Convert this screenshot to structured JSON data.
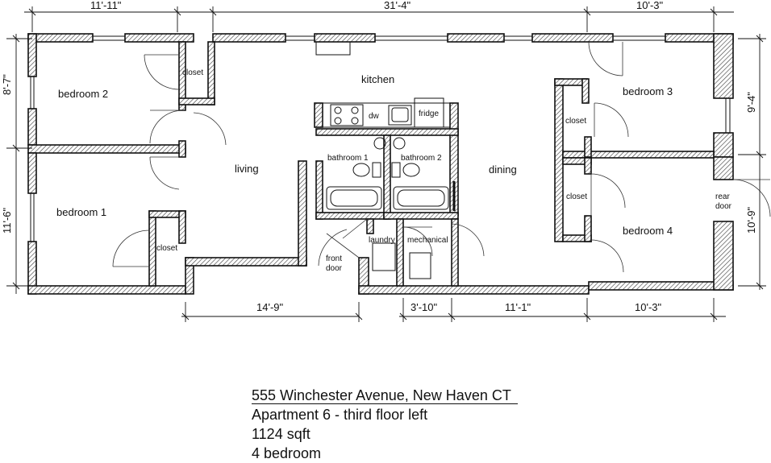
{
  "rooms": {
    "bedroom2": "bedroom 2",
    "bedroom1": "bedroom 1",
    "bedroom3": "bedroom 3",
    "bedroom4": "bedroom 4",
    "living": "living",
    "kitchen": "kitchen",
    "dining": "dining",
    "bathroom1": "bathroom 1",
    "bathroom2": "bathroom 2",
    "laundry": "laundry",
    "mechanical": "mechanical",
    "closet": "closet",
    "dw": "dw",
    "fridge": "fridge",
    "front_door_1": "front",
    "front_door_2": "door",
    "rear_door_1": "rear",
    "rear_door_2": "door"
  },
  "dimensions": {
    "top_left": "11'-11\"",
    "top_middle": "31'-4\"",
    "top_right": "10'-3\"",
    "left_upper": "8'-7\"",
    "left_lower": "11'-6\"",
    "right_upper": "9'-4\"",
    "right_lower": "10'-9\"",
    "bottom_living": "14'-9\"",
    "bottom_laundry": "3'-10\"",
    "bottom_dining": "11'-1\"",
    "bottom_right": "10'-3\""
  },
  "caption": {
    "address": "555 Winchester Avenue, New Haven CT",
    "unit": "Apartment 6 - third floor left",
    "area": "1124 sqft",
    "bedrooms": "4 bedroom"
  }
}
